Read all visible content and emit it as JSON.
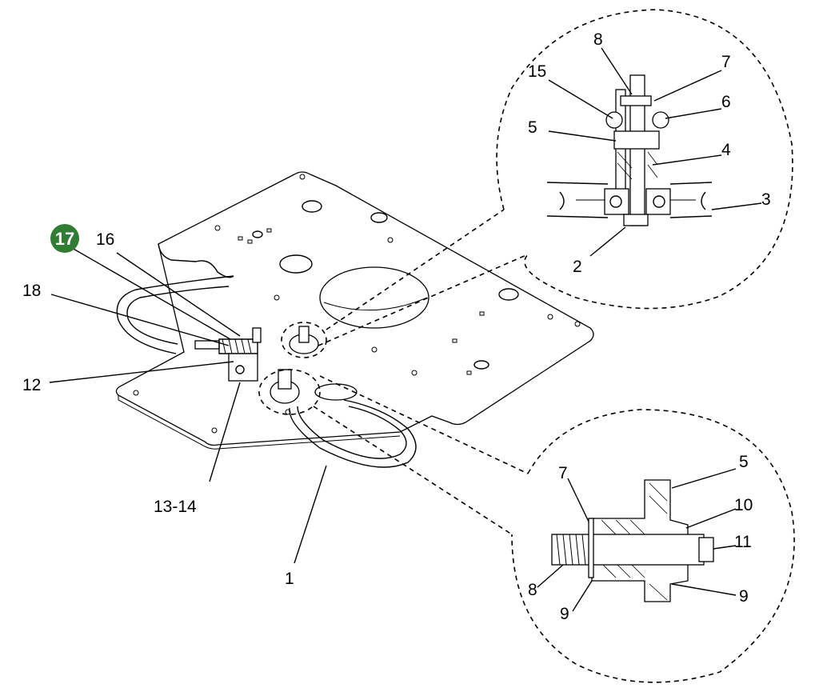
{
  "diagram": {
    "callouts": {
      "c1": "1",
      "c2": "2",
      "c3": "3",
      "c4": "4",
      "c5_top": "5",
      "c6": "6",
      "c7_top": "7",
      "c8_top": "8",
      "c12": "12",
      "c13_14": "13-14",
      "c15": "15",
      "c16": "16",
      "c17": "17",
      "c18": "18",
      "c5_bottom": "5",
      "c7_bottom": "7",
      "c8_bottom": "8",
      "c9_left": "9",
      "c9_right": "9",
      "c10": "10",
      "c11": "11"
    },
    "badge_color": "#2e7d32"
  }
}
